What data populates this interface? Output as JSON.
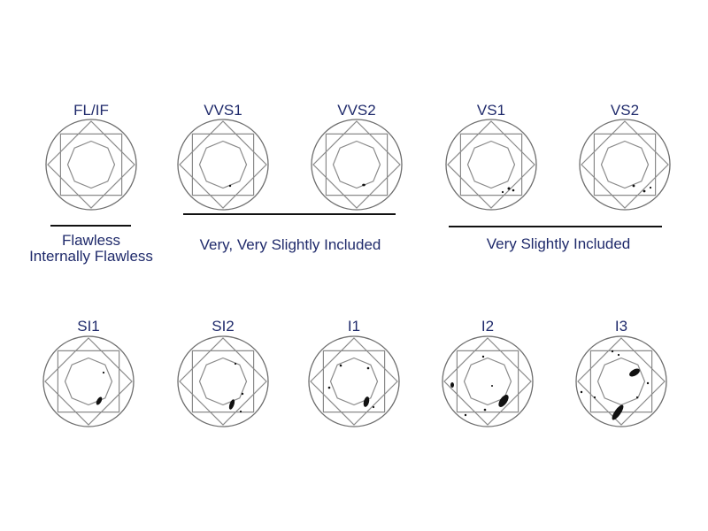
{
  "grades": [
    {
      "id": "fl-if",
      "label": "FL/IF"
    },
    {
      "id": "vvs1",
      "label": "VVS1"
    },
    {
      "id": "vvs2",
      "label": "VVS2"
    },
    {
      "id": "vs1",
      "label": "VS1"
    },
    {
      "id": "vs2",
      "label": "VS2"
    },
    {
      "id": "si1",
      "label": "SI1"
    },
    {
      "id": "si2",
      "label": "SI2"
    },
    {
      "id": "i1",
      "label": "I1"
    },
    {
      "id": "i2",
      "label": "I2"
    },
    {
      "id": "i3",
      "label": "I3"
    }
  ],
  "categories": {
    "flawless": {
      "line1": "Flawless",
      "line2": "Internally Flawless"
    },
    "vvs": {
      "label": "Very, Very Slightly Included"
    },
    "vs": {
      "label": "Very Slightly Included"
    }
  },
  "colors": {
    "label_text": "#1f2a6b",
    "facet_stroke": "#8a8a8a",
    "inclusion": "#111111"
  },
  "icons": {
    "diamond": "round-brilliant-diamond-top-view-icon"
  }
}
